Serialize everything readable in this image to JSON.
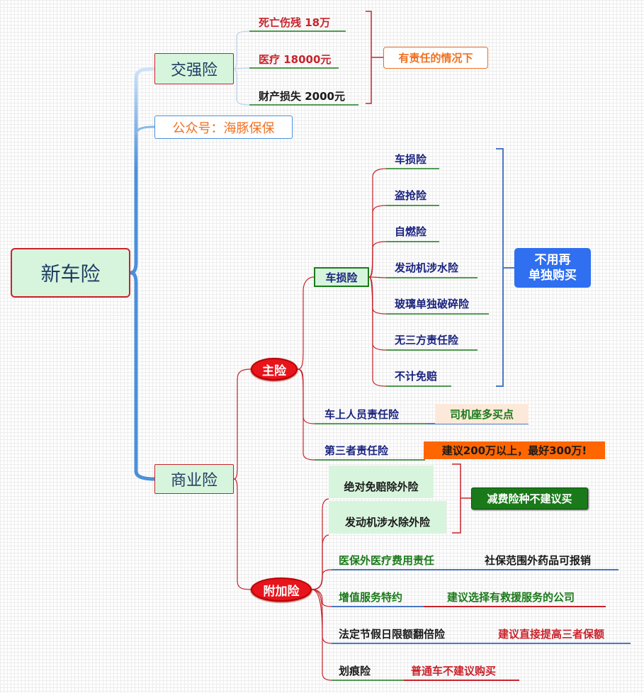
{
  "root": {
    "label": "新车险"
  },
  "branches": {
    "jiaoqiang": {
      "label": "交强险"
    },
    "gongzhong": {
      "label": "公众号：海豚保保"
    },
    "shangye": {
      "label": "商业险"
    }
  },
  "jiaoqiang_items": [
    "死亡伤残 18万",
    "医疗 18000元",
    "财产损失 2000元"
  ],
  "jiaoqiang_note": "有责任的情况下",
  "zhuxian": {
    "label": "主险"
  },
  "chesun": {
    "label": "车损险"
  },
  "chesun_items": [
    "车损险",
    "盗抢险",
    "自燃险",
    "发动机涉水险",
    "玻璃单独破碎险",
    "无三方责任险",
    "不计免赔"
  ],
  "chesun_note": "不用再\n单独购买",
  "main_items": [
    {
      "label": "车上人员责任险",
      "note": "司机座多买点"
    },
    {
      "label": "第三者责任险",
      "note": "建议200万以上，最好300万!"
    }
  ],
  "fujiaxian": {
    "label": "附加险"
  },
  "reduce_items": [
    "绝对免赔除外险",
    "发动机涉水除外险"
  ],
  "reduce_note": "减费险种不建议买",
  "addon_items": [
    {
      "label": "医保外医疗费用责任",
      "note": "社保范围外药品可报销"
    },
    {
      "label": "增值服务特约",
      "note": "建议选择有救援服务的公司"
    },
    {
      "label": "法定节假日限额翻倍险",
      "note": "建议直接提高三者保额"
    },
    {
      "label": "划痕险",
      "note": "普通车不建议购买"
    }
  ],
  "colors": {
    "connector_red": "#c8232c",
    "connector_blue": "#4a90d9",
    "leaf_blue": "#1a237e",
    "leaf_green": "#1a7a1a",
    "underline_green": "#1a7a1a",
    "underline_blue": "#4a78c2",
    "underline_red": "#c8232c",
    "orange": "#ff6600",
    "callout_blue": "#2f6ff0",
    "dark_green": "#1a7a1a"
  }
}
